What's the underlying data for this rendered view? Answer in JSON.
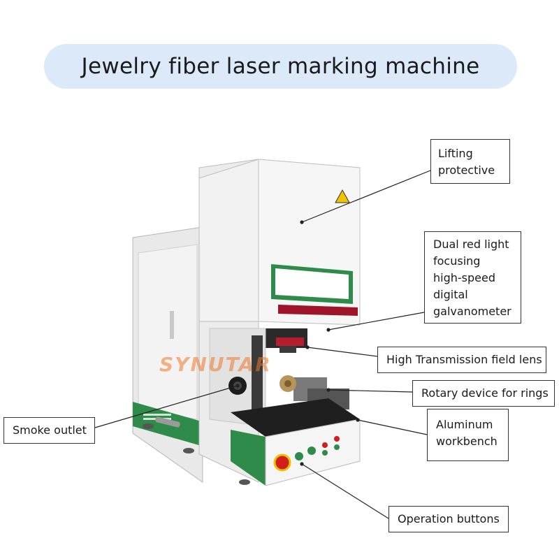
{
  "title": "Jewelry fiber laser marking machine",
  "watermark": "SYNUTAR",
  "callouts": {
    "lifting_protective": [
      "Lifting",
      "protective"
    ],
    "dual_red_light": [
      "Dual red light",
      "focusing",
      "high-speed",
      "digital",
      "galvanometer"
    ],
    "field_lens": [
      "High Transmission field lens"
    ],
    "rotary_device": [
      "Rotary device for rings"
    ],
    "aluminum_workbench": [
      "Aluminum",
      "workbench"
    ],
    "smoke_outlet": [
      "Smoke outlet"
    ],
    "operation_buttons": [
      "Operation buttons"
    ]
  },
  "colors": {
    "title_bg": "#dbe9f8",
    "machine_body": "#eeeeee",
    "accent_green": "#2e8b4a",
    "window_red": "#a0142a",
    "warning_yellow": "#f2c200",
    "emergency_stop": "#d41d1d"
  }
}
